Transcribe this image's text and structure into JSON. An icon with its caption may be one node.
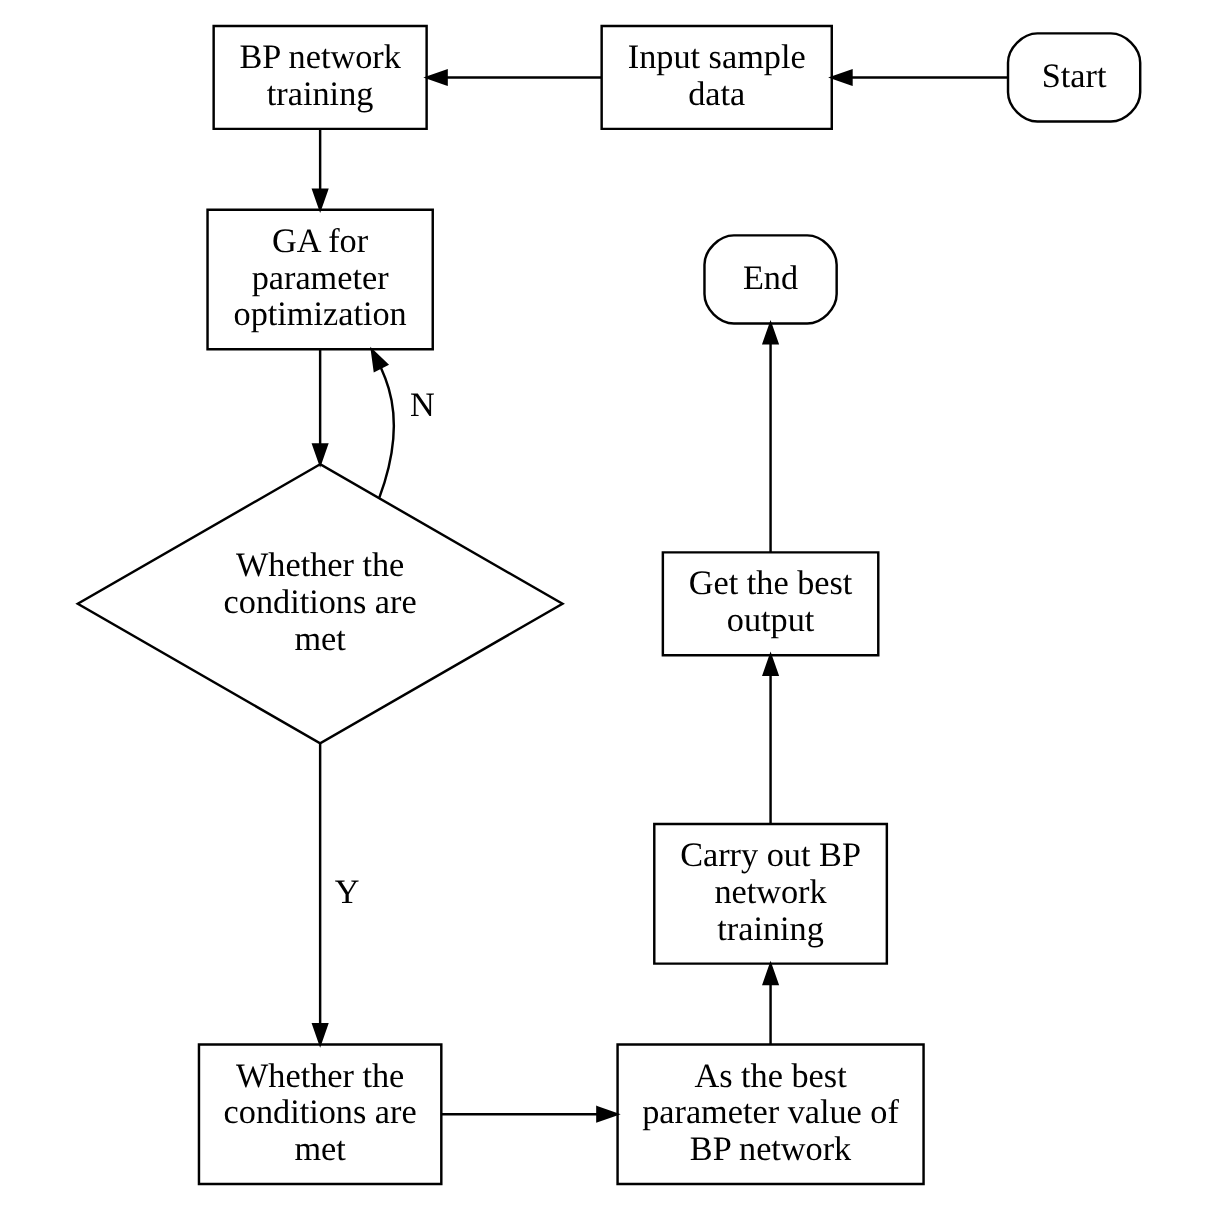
{
  "diagram": {
    "nodes": [
      {
        "text": [
          "Start"
        ]
      },
      {
        "text": [
          "Input sample data"
        ]
      },
      {
        "text": [
          "BP network training"
        ]
      },
      {
        "text": [
          "GA for parameter optimization"
        ]
      },
      {
        "text": [
          "Whether the conditions are met"
        ]
      },
      {
        "text": [
          "Whether the conditions are met"
        ]
      },
      {
        "text": [
          "As the best parameter value of BP network"
        ]
      },
      {
        "text": [
          "Carry out BP network training"
        ]
      },
      {
        "text": [
          "Get the best output"
        ]
      },
      {
        "text": [
          "End"
        ]
      }
    ],
    "edges": [
      {
        "from": 0,
        "to": 1,
        "arrow": "to"
      },
      {
        "from": 1,
        "to": 2,
        "arrow": "to"
      },
      {
        "from": 2,
        "to": 3,
        "arrow": "to"
      },
      {
        "from": 3,
        "to": 4,
        "arrow": "to"
      },
      {
        "from": 4,
        "to": 3,
        "arrow": "to",
        "label": "N"
      },
      {
        "from": 4,
        "to": 5,
        "arrow": "to",
        "label": "Y"
      },
      {
        "from": 5,
        "to": 6,
        "arrow": "to"
      },
      {
        "from": 6,
        "to": 7,
        "arrow": "to"
      },
      {
        "from": 7,
        "to": 8,
        "arrow": "to"
      },
      {
        "from": 8,
        "to": 9,
        "arrow": "to"
      }
    ]
  }
}
